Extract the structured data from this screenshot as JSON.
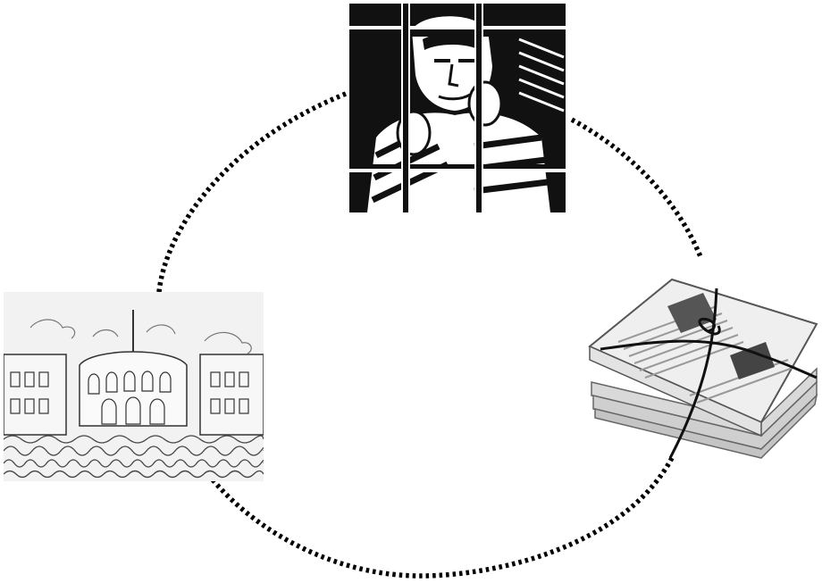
{
  "diagram": {
    "type": "cycle",
    "connector_style": "dotted",
    "connector_color": "#000000",
    "background_color": "#ffffff",
    "nodes": [
      {
        "id": "prisoner",
        "icon": "prisoner-behind-bars-icon",
        "style": "black-and-white woodcut illustration"
      },
      {
        "id": "newspapers",
        "icon": "newspaper-bundle-icon",
        "style": "grayscale illustration of tied stack of newspapers"
      },
      {
        "id": "parliament",
        "icon": "parliament-building-icon",
        "style": "pencil sketch of parliament building with crowd"
      }
    ]
  }
}
